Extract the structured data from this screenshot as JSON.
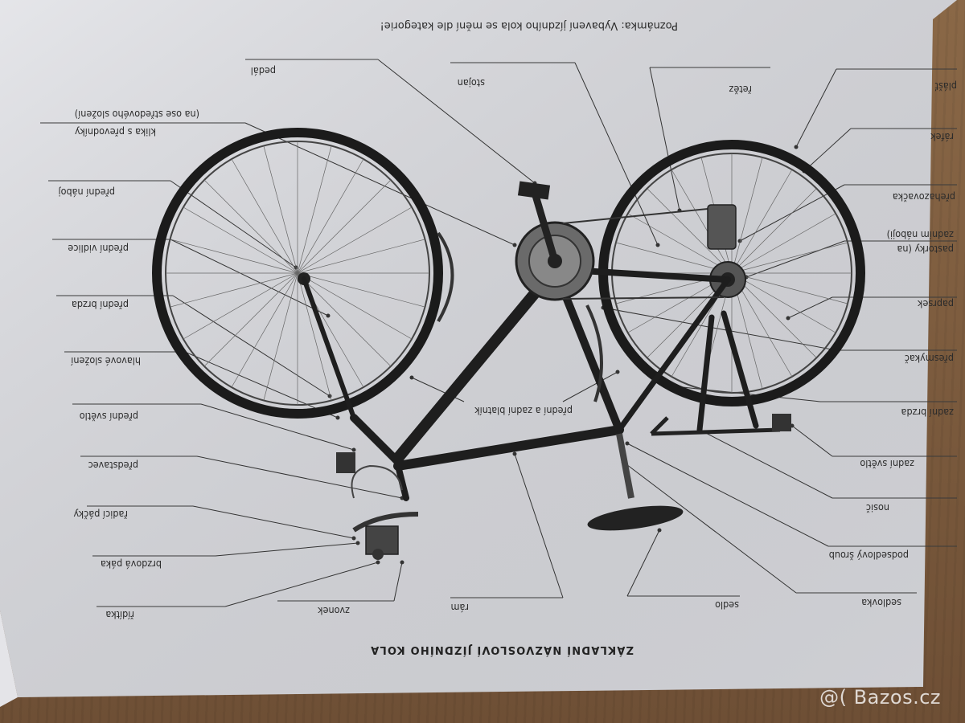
{
  "title": "ZÁKLADNÍ NÁZVOSLOVÍ JÍZDNÍHO KOLA",
  "note": "Poznámka: Vybavení jízdního kola se mění dle kategorie!",
  "watermark": "@( Bazos.cz",
  "labels": {
    "pedal": "pedál",
    "stojan": "stojan",
    "retez": "řetěz",
    "plast": "plášť",
    "klika_1": "klika s převodníky",
    "klika_2": "(na ose středového složení)",
    "ratek": "ráfek",
    "predni_naboj": "přední náboj",
    "prehazovacka": "přehazovačka",
    "predni_vidlice": "přední vidlice",
    "pastorky_1": "pastorky (na",
    "pastorky_2": "zadním náboji)",
    "predni_brzda": "přední brzda",
    "paprsek": "paprsek",
    "hlavove_slozeni": "hlavové složení",
    "presmykac": "přesmykač",
    "predni_zadni_blatnik": "přední a zadní blatník",
    "zadni_brzda": "zadní brzda",
    "predni_svetlo": "přední světlo",
    "zadni_svetlo": "zadní světlo",
    "predstavec": "představec",
    "nosic": "nosič",
    "radici_packy": "řadicí páčky",
    "podsedlovy_sroub": "podsedlový šroub",
    "brzdova_paka": "brzdová páka",
    "zvonek": "zvonek",
    "ram": "rám",
    "sedlo": "sedlo",
    "sedlovka": "sedlovka",
    "riditka": "řídítka"
  }
}
